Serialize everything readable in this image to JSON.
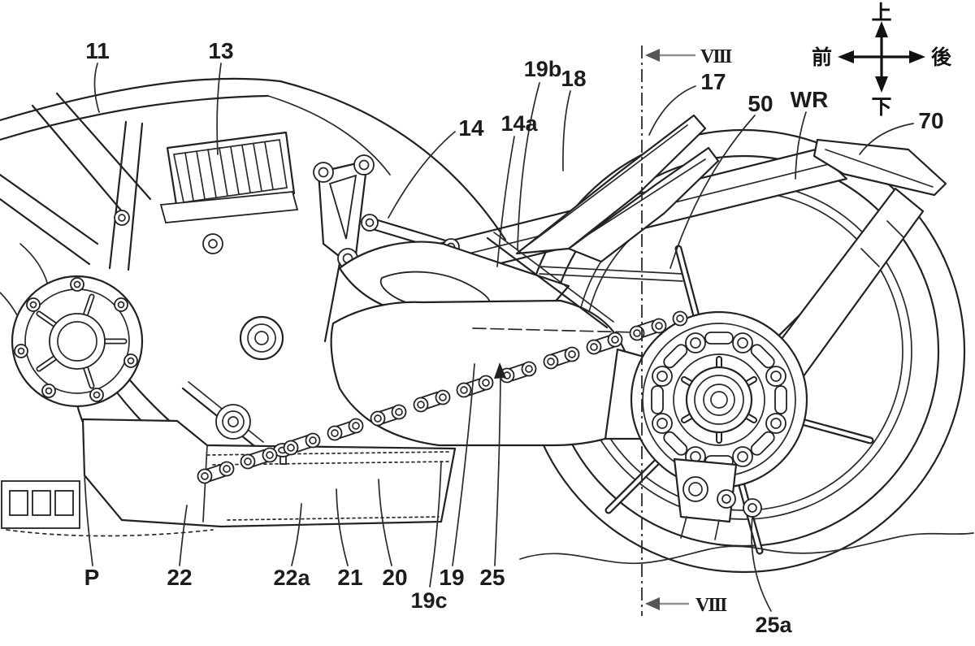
{
  "figure": {
    "kind": "patent line drawing",
    "subject": "motorcycle rear half side view",
    "background": "#ffffff",
    "line_color": "#222222"
  },
  "section_line": {
    "label": "VIII",
    "style": "vertical dash-dot cut line with arrows at top and bottom"
  },
  "compass": {
    "up": "上",
    "down": "下",
    "front": "前",
    "rear": "後"
  },
  "labels": [
    {
      "id": "11",
      "text": "11"
    },
    {
      "id": "13",
      "text": "13"
    },
    {
      "id": "14",
      "text": "14"
    },
    {
      "id": "14a",
      "text": "14a"
    },
    {
      "id": "19b",
      "text": "19b"
    },
    {
      "id": "18",
      "text": "18"
    },
    {
      "id": "17",
      "text": "17"
    },
    {
      "id": "50",
      "text": "50"
    },
    {
      "id": "WR",
      "text": "WR"
    },
    {
      "id": "70",
      "text": "70"
    },
    {
      "id": "P",
      "text": "P"
    },
    {
      "id": "22",
      "text": "22"
    },
    {
      "id": "22a",
      "text": "22a"
    },
    {
      "id": "21",
      "text": "21"
    },
    {
      "id": "20",
      "text": "20"
    },
    {
      "id": "19c",
      "text": "19c"
    },
    {
      "id": "19",
      "text": "19"
    },
    {
      "id": "25",
      "text": "25"
    },
    {
      "id": "25a",
      "text": "25a"
    }
  ]
}
